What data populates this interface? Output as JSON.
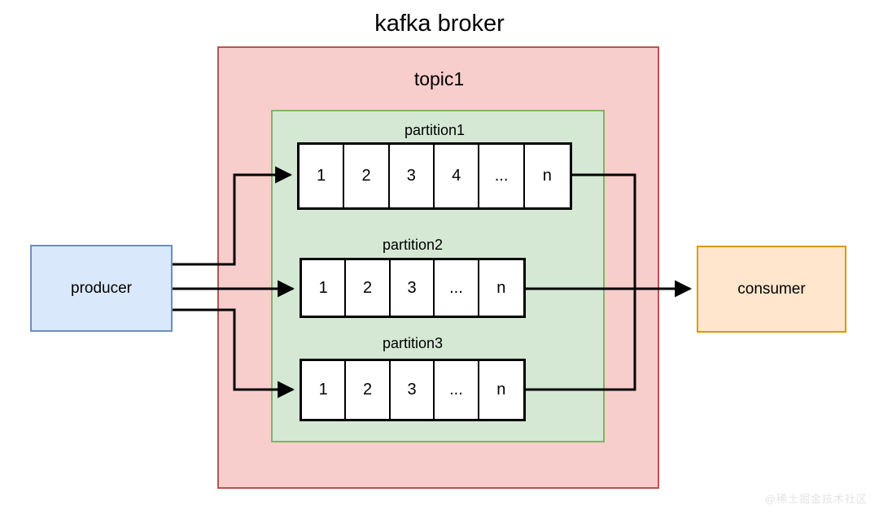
{
  "diagram": {
    "broker_title": "kafka broker",
    "topic_title": "topic1",
    "producer_label": "producer",
    "consumer_label": "consumer",
    "watermark": "@稀土掘金技术社区",
    "colors": {
      "broker_fill": "#f8cecc",
      "broker_stroke": "#b85450",
      "topic_fill": "#d5e8d4",
      "topic_stroke": "#82b366",
      "producer_fill": "#dae8fc",
      "producer_stroke": "#6c8ebf",
      "consumer_fill": "#ffe6cc",
      "consumer_stroke": "#d79b00",
      "cell_fill": "#ffffff",
      "cell_stroke": "#000000",
      "wire": "#000000"
    },
    "partitions": [
      {
        "label": "partition1",
        "cells": [
          "1",
          "2",
          "3",
          "4",
          "...",
          "n"
        ]
      },
      {
        "label": "partition2",
        "cells": [
          "1",
          "2",
          "3",
          "...",
          "n"
        ]
      },
      {
        "label": "partition3",
        "cells": [
          "1",
          "2",
          "3",
          "...",
          "n"
        ]
      }
    ]
  }
}
